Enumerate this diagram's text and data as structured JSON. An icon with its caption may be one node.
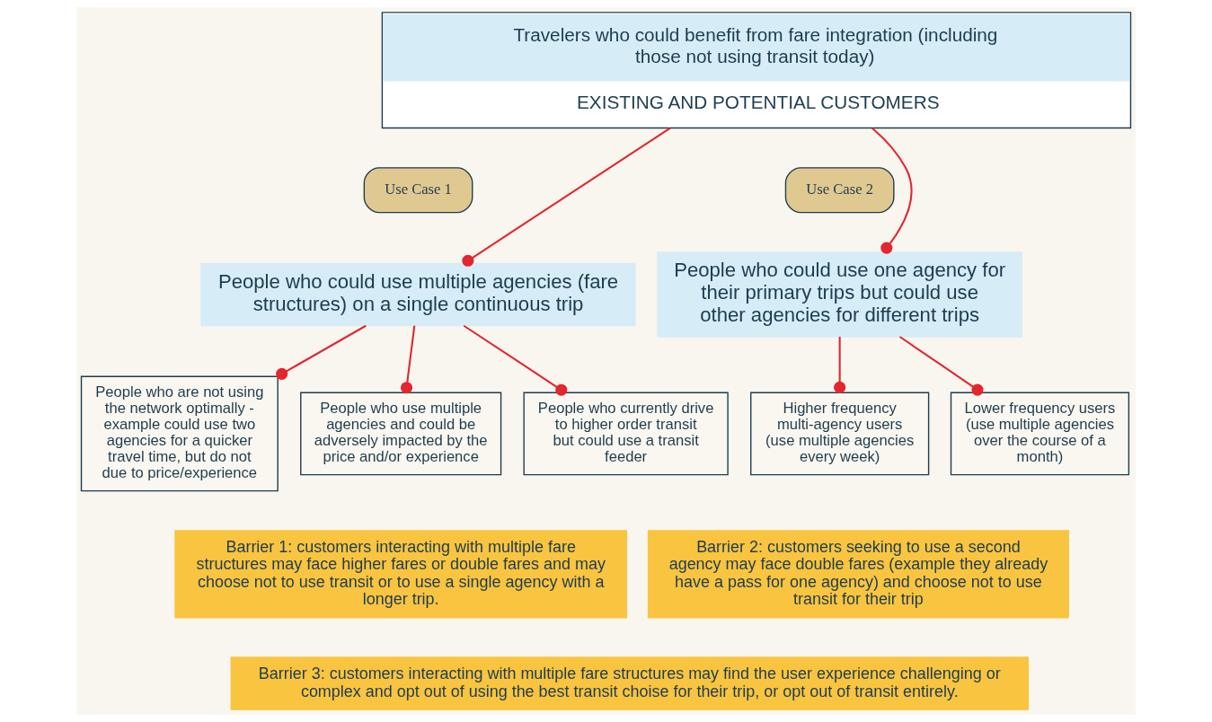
{
  "diagram": {
    "nodes": [
      {
        "text": [
          "Travelers who could benefit from fare integration (including those not using transit today)",
          "EXISTING AND POTENTIAL CUSTOMERS"
        ]
      },
      {
        "text": [
          "Use Case 1"
        ]
      },
      {
        "text": [
          "People who could use multiple agencies (fare structures) on a single continuous trip"
        ]
      },
      {
        "text": [
          "Use Case 2"
        ]
      },
      {
        "text": [
          "People who could use one agency for their primary trips but could use other agencies for different trips"
        ]
      },
      {
        "text": [
          "People who are not using the network optimally - example could use two agencies for a quicker travel time, but do not due to price/experience"
        ]
      },
      {
        "text": [
          "People who use multiple agencies and could be adversely impacted by the price and/or experience"
        ]
      },
      {
        "text": [
          "People who currently drive to higher order transit but could use a transit feeder"
        ]
      },
      {
        "text": [
          "Higher frequency multi-agency users (use multiple agencies every week)"
        ]
      },
      {
        "text": [
          "Lower frequency users (use multiple agencies over the course of a month)"
        ]
      },
      {
        "text": [
          "Barrier 1: customers interacting with multiple fare structures may face higher fares or double fares and may choose not to use transit or to use a single agency with a longer trip."
        ]
      },
      {
        "text": [
          "Barrier 2: customers seeking to use a second agency may face double fares (example they already have a pass for one agency) and choose not to use transit for their trip"
        ]
      },
      {
        "text": [
          "Barrier 3: customers interacting with multiple fare structures may find the user experience challenging or complex and opt out of using the best transit choise for their trip, or opt out of transit entirely."
        ]
      }
    ],
    "edges": [
      {
        "from": 0,
        "to": 2,
        "arrow": "other"
      },
      {
        "from": 0,
        "to": 4,
        "arrow": "other"
      },
      {
        "from": 2,
        "to": 5,
        "arrow": "other"
      },
      {
        "from": 2,
        "to": 6,
        "arrow": "other"
      },
      {
        "from": 2,
        "to": 7,
        "arrow": "other"
      },
      {
        "from": 4,
        "to": 8,
        "arrow": "other"
      },
      {
        "from": 4,
        "to": 9,
        "arrow": "other"
      }
    ]
  }
}
